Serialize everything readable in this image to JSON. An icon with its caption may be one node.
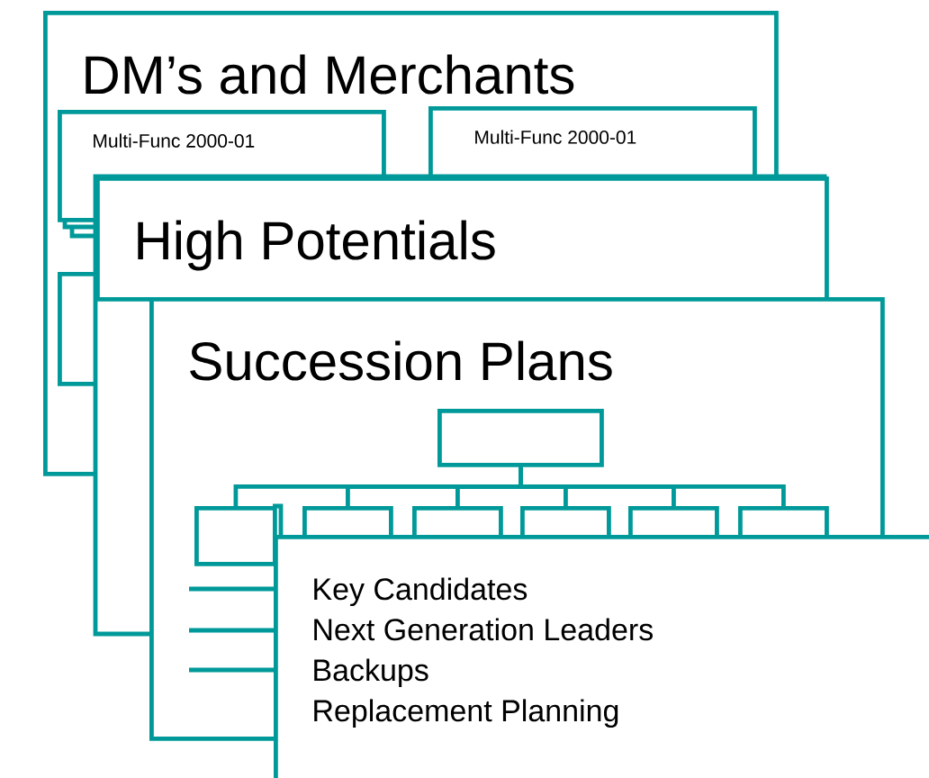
{
  "diagram": {
    "nodes": [
      {
        "text": [
          "DM’s and Merchants"
        ]
      },
      {
        "text": [
          "Multi-Func 2000-01"
        ],
        "in": 0
      },
      {
        "text": [
          "Multi-Func 2000-01"
        ],
        "in": 0
      },
      {
        "text": [],
        "shape": "box",
        "in": 0
      },
      {
        "text": [
          "High Potentials"
        ]
      },
      {
        "text": [
          "Succession Plans"
        ]
      },
      {
        "text": [],
        "shape": "box"
      },
      {
        "text": [],
        "shape": "box",
        "in": 5
      },
      {
        "text": [],
        "shape": "box",
        "in": 5
      },
      {
        "text": [],
        "shape": "box",
        "in": 5
      },
      {
        "text": [],
        "shape": "box",
        "in": 5
      },
      {
        "text": [],
        "shape": "box",
        "in": 5
      },
      {
        "text": [],
        "shape": "box",
        "in": 5
      },
      {
        "text": [
          "Key Candidates",
          "Next Generation Leaders",
          "Backups",
          "Replacement Planning"
        ]
      }
    ],
    "edges": [
      {
        "from": 6,
        "to": 7,
        "arrow": "none"
      },
      {
        "from": 6,
        "to": 8,
        "arrow": "none"
      },
      {
        "from": 6,
        "to": 9,
        "arrow": "none"
      },
      {
        "from": 6,
        "to": 10,
        "arrow": "none"
      },
      {
        "from": 6,
        "to": 11,
        "arrow": "none"
      },
      {
        "from": 6,
        "to": 12,
        "arrow": "none"
      }
    ]
  }
}
